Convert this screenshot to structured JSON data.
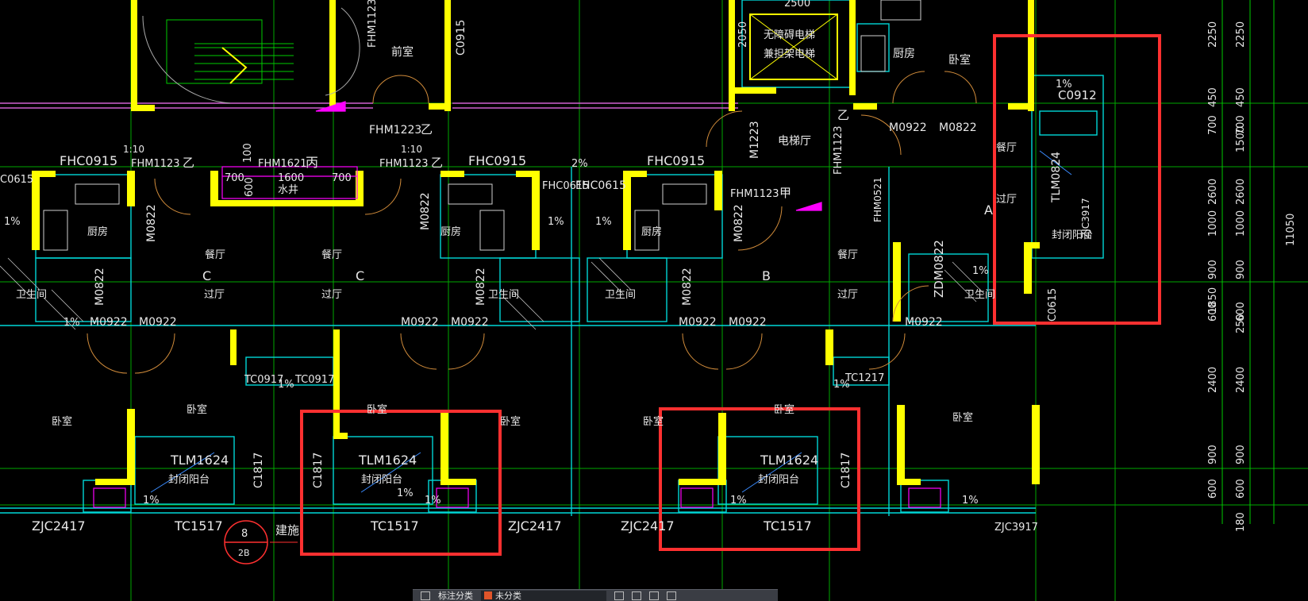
{
  "drawing": {
    "rooms": [
      "前室",
      "厨房",
      "卧室",
      "电梯厅",
      "餐厅",
      "过厅",
      "卫生间",
      "封闭阳台",
      "水井",
      "无障碍电梯",
      "兼担架电梯"
    ],
    "door_labels": [
      "FHM1123",
      "FHM1223",
      "FHC0915",
      "FHM1621",
      "C0915",
      "M0822",
      "M0922",
      "C0912",
      "ZDM0822",
      "FHC0615",
      "M1223",
      "FHM0521",
      "C0615"
    ],
    "window_labels": [
      "TLM1624",
      "TC0917",
      "TC1217",
      "C1217",
      "C1817",
      "TC1517",
      "ZJC2417",
      "ZJC3917",
      "TLM0824"
    ],
    "grades": [
      "乙",
      "丙",
      "甲"
    ],
    "unit_tags": [
      "C",
      "C",
      "B",
      "A"
    ],
    "slopes": [
      "1%",
      "2%",
      "1:10"
    ],
    "sink_dims": [
      "700",
      "1600",
      "700",
      "600",
      "100"
    ],
    "right_dims": [
      "2250",
      "450",
      "700",
      "2600",
      "1000",
      "900",
      "1850",
      "600",
      "2400",
      "900",
      "600",
      "2250",
      "450",
      "700",
      "2600",
      "1000",
      "900",
      "600",
      "250",
      "2400",
      "900",
      "600",
      "180",
      "1500",
      "11050"
    ],
    "top_dims": [
      "2500",
      "2050"
    ],
    "axis_bubble": {
      "num": "8",
      "sub": "2B",
      "text": "建施"
    }
  },
  "toolbar": {
    "item1": "标注分类",
    "item2": "未分类"
  },
  "colors": {
    "wall": "#ffff00",
    "frame": "#00d7d7",
    "grid": "#00cc00",
    "highlight": "#ff3030",
    "dim": "#ff00ff"
  }
}
